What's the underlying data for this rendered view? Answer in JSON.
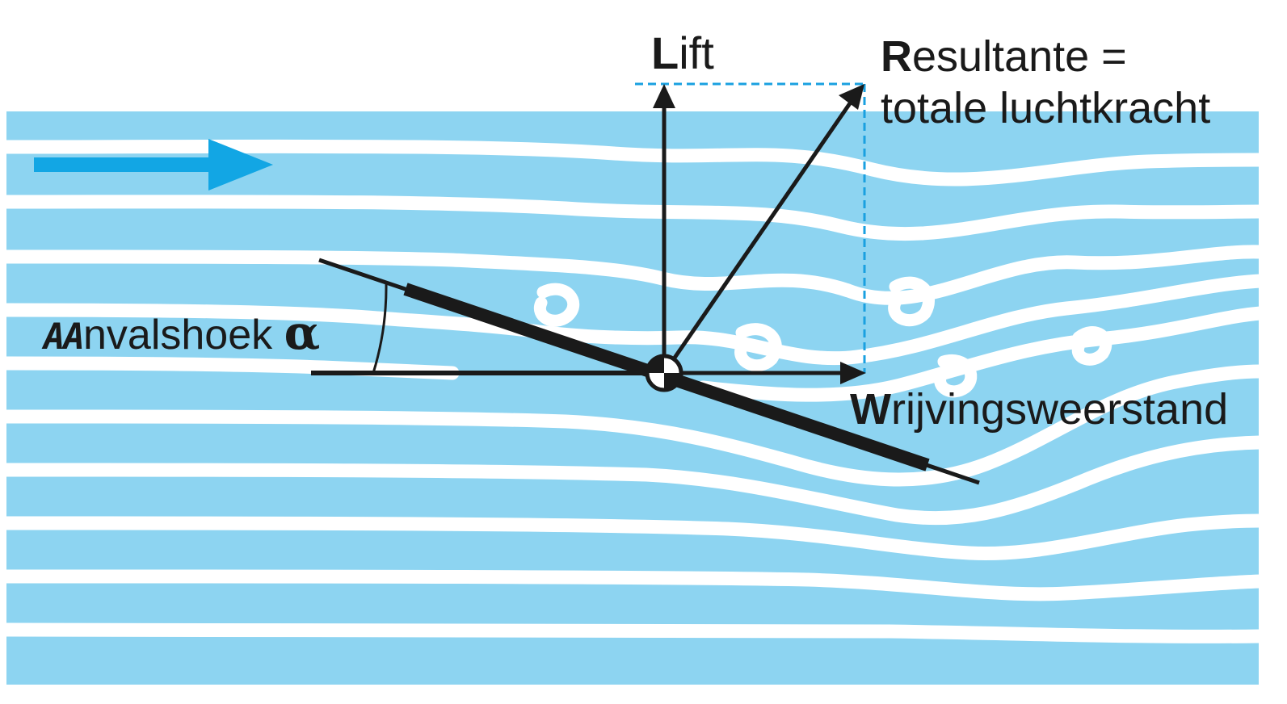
{
  "labels": {
    "lift": {
      "initial": "L",
      "rest": "ift"
    },
    "resultant": {
      "initial": "R",
      "rest": "esultante =",
      "line2": "totale luchtkracht"
    },
    "drag": {
      "initial": "W",
      "rest": "rijvingsweerstand"
    },
    "angle_of_attack": {
      "prefix": "AA",
      "text": "nvalshoek ",
      "symbol": "α"
    }
  },
  "colors": {
    "flow_blue": "#8dd4f1",
    "streamline_white": "#ffffff",
    "flow_arrow": "#12a6e4",
    "force_vectors": "#1a1a1a",
    "construction_lines": "#1aa0e0"
  },
  "icons": {
    "flow_direction": "right-arrow-icon",
    "center_of_pressure": "center-of-pressure-icon"
  }
}
